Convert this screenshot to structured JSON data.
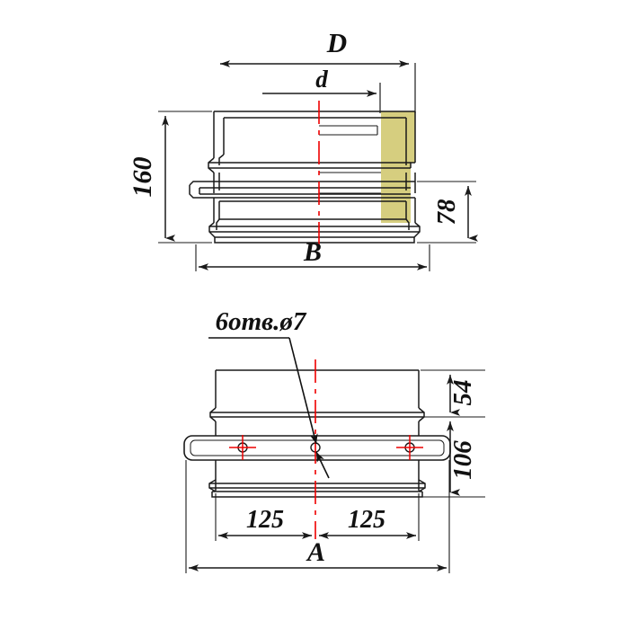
{
  "drawing": {
    "title": "Technical drawing - chimney adapter / flanged transition",
    "background_color": "#ffffff",
    "line_color": "#1a1a1a",
    "centerline_color": "#ee0000",
    "insulation_fill_color": "#d6ce7f",
    "views": [
      {
        "name": "upper-section-view",
        "description": "Vertical cross-section with insulation block on the right side"
      },
      {
        "name": "lower-front-view",
        "description": "Front view with mounting flange and bolt holes"
      }
    ],
    "labels": {
      "dim_D": "D",
      "dim_d": "d",
      "dim_160": "160",
      "dim_78": "78",
      "dim_B": "B",
      "note_holes": "6отв.ø7",
      "dim_54": "54",
      "dim_106": "106",
      "dim_125_left": "125",
      "dim_125_right": "125",
      "dim_A": "A"
    }
  }
}
